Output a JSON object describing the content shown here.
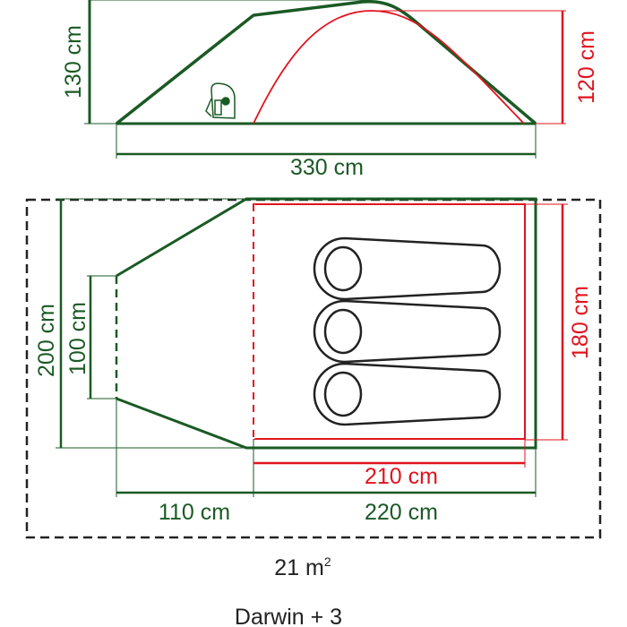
{
  "side_view": {
    "height_outer": "130 cm",
    "height_inner": "120 cm",
    "length": "330 cm"
  },
  "floor_plan": {
    "width_outer": "200 cm",
    "door_width": "100 cm",
    "inner_width": "180 cm",
    "inner_length": "210 cm",
    "porch_length": "110 cm",
    "bedroom_length": "220 cm",
    "sleeping_bags": 3
  },
  "area": {
    "value": "21 m",
    "unit_sup": "2"
  },
  "model_name": "Darwin + 3",
  "colors": {
    "outer": "#1a5a24",
    "inner": "#e0141e",
    "bag": "#222222"
  }
}
